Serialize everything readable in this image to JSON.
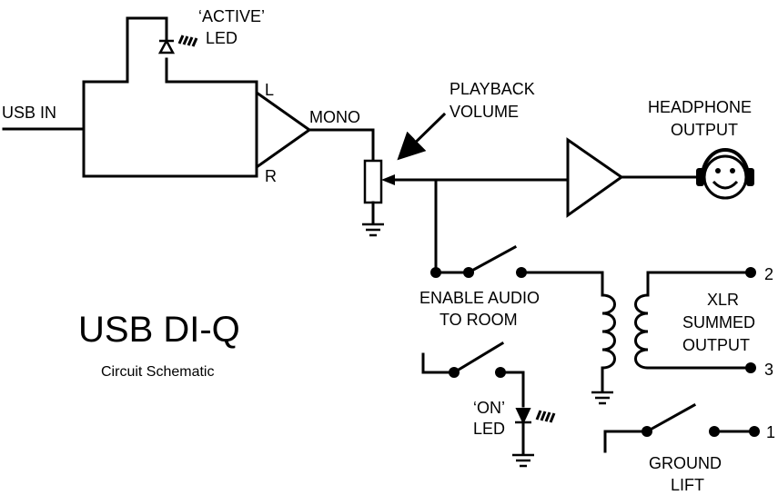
{
  "labels": {
    "active_led_line1": "‘ACTIVE’",
    "active_led_line2": "LED",
    "usb_in": "USB IN",
    "left": "L",
    "right": "R",
    "mono": "MONO",
    "playback_line1": "PLAYBACK",
    "playback_line2": "VOLUME",
    "headphone_line1": "HEADPHONE",
    "headphone_line2": "OUTPUT",
    "enable_line1": "ENABLE AUDIO",
    "enable_line2": "TO ROOM",
    "xlr_line1": "XLR",
    "xlr_line2": "SUMMED",
    "xlr_line3": "OUTPUT",
    "pin2": "2",
    "pin3": "3",
    "pin1": "1",
    "on_led_line1": "‘ON’",
    "on_led_line2": "LED",
    "ground_lift_line1": "GROUND",
    "ground_lift_line2": "LIFT",
    "title": "USB DI-Q",
    "subtitle": "Circuit Schematic"
  },
  "icons": {
    "headphone": "smiley-with-headphones-icon",
    "led": "led-diode-icon",
    "ground": "ground-symbol-icon"
  },
  "colors": {
    "stroke": "#000000",
    "background": "#ffffff"
  }
}
